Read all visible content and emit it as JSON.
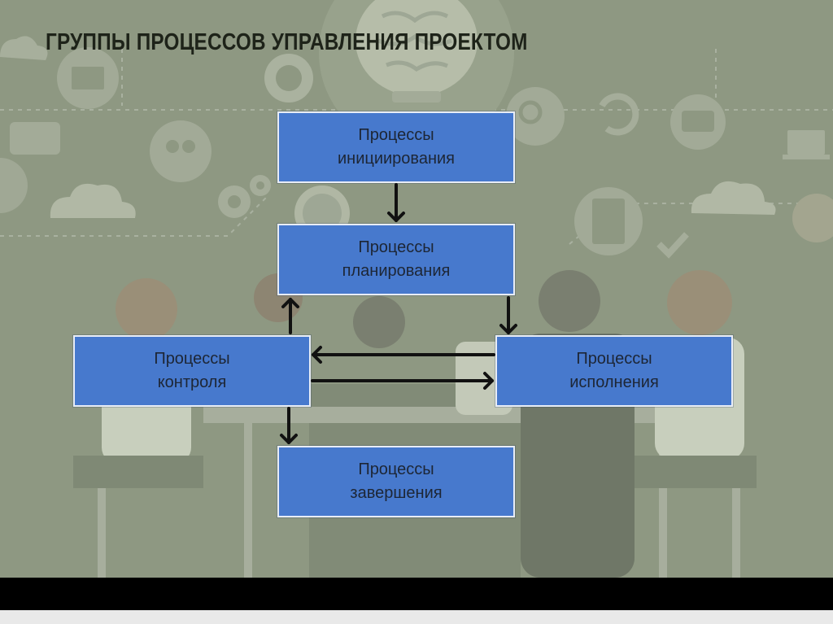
{
  "title": "ГРУППЫ ПРОЦЕССОВ УПРАВЛЕНИЯ ПРОЕКТОМ",
  "boxes": {
    "initiation": {
      "line1": "Процессы",
      "line2": "инициирования"
    },
    "planning": {
      "line1": "Процессы",
      "line2": "планирования"
    },
    "control": {
      "line1": "Процессы",
      "line2": "контроля"
    },
    "execution": {
      "line1": "Процессы",
      "line2": "исполнения"
    },
    "closing": {
      "line1": "Процессы",
      "line2": "завершения"
    }
  },
  "colors": {
    "background": "#8e9882",
    "box_fill": "#4779cd",
    "box_border": "#e8edf6",
    "arrow": "#111111",
    "footer": "#000000"
  },
  "icons": [
    "brain-icon",
    "envelope-icon",
    "dollar-coin-icon",
    "people-icon",
    "gear-icon",
    "clock-icon",
    "magnifier-icon",
    "refresh-icon",
    "chat-icon",
    "clipboard-icon",
    "laptop-icon",
    "cloud-icon",
    "checkmark-icon",
    "chart-icon"
  ]
}
